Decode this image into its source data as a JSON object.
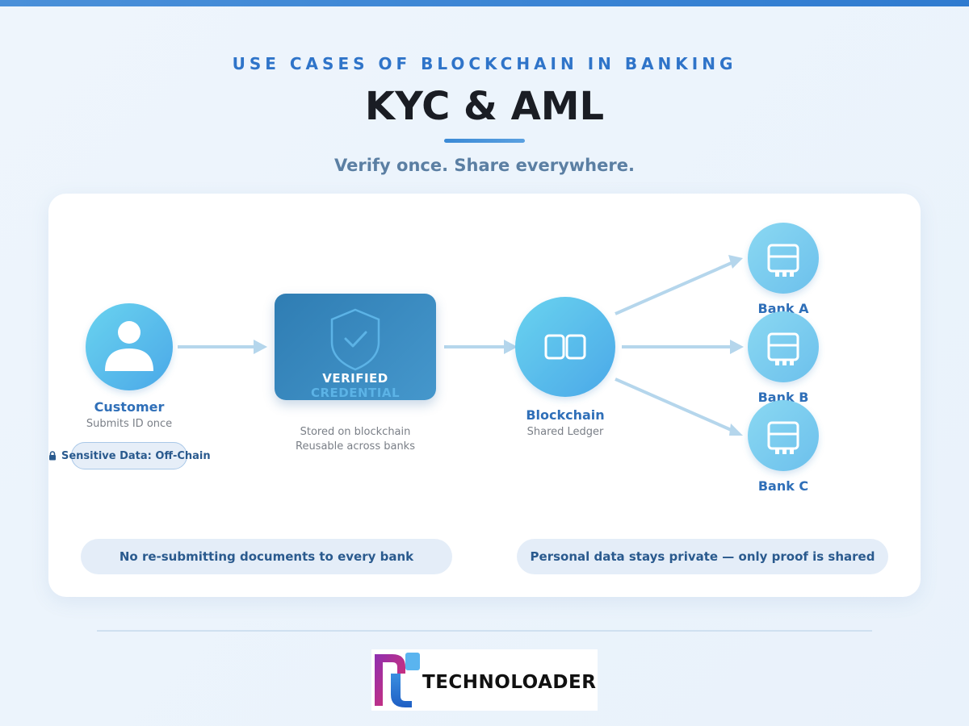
{
  "header": {
    "eyebrow": "USE CASES OF BLOCKCHAIN IN BANKING",
    "title": "KYC & AML",
    "subtitle": "Verify once. Share everywhere."
  },
  "customer": {
    "label": "Customer",
    "sub": "Submits ID once",
    "badge": "Sensitive Data: Off-Chain",
    "icon": "user-icon"
  },
  "credential": {
    "line1": "VERIFIED",
    "line2": "CREDENTIAL",
    "sub1": "Stored on blockchain",
    "sub2": "Reusable across banks",
    "icon": "shield-check-icon"
  },
  "blockchain": {
    "label": "Blockchain",
    "sub": "Shared Ledger",
    "icon": "chain-link-icon"
  },
  "banks": [
    {
      "label": "Bank A",
      "icon": "bank-icon"
    },
    {
      "label": "Bank B",
      "icon": "bank-icon"
    },
    {
      "label": "Bank C",
      "icon": "bank-icon"
    }
  ],
  "benefits": [
    "No re-submitting documents to every bank",
    "Personal data stays private — only proof is shared"
  ],
  "logo": {
    "text": "TECHNOLOADER"
  },
  "colors": {
    "accent": "#2f74c9",
    "node_gradient_start": "#6ad3ef",
    "node_gradient_end": "#4aa8e8",
    "arrow": "#b5d6ec"
  }
}
